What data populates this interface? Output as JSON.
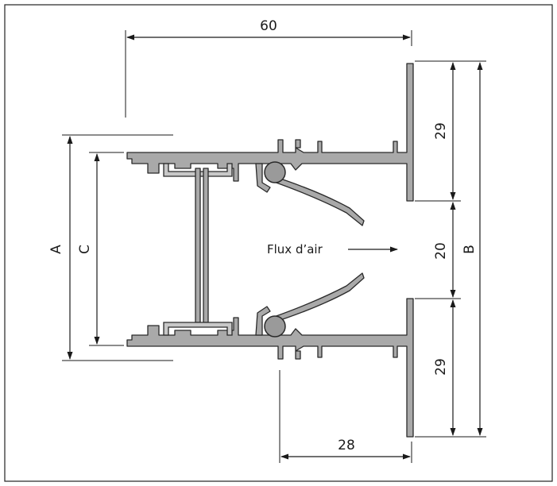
{
  "dimensions": {
    "top_width": "60",
    "bottom_width": "28",
    "upper_flange_height": "29",
    "gap_height": "20",
    "lower_flange_height": "29",
    "label_a": "A",
    "label_b": "B",
    "label_c": "C"
  },
  "airflow": {
    "label": "Flux d’air"
  },
  "colors": {
    "profile_fill": "#a9a9a9",
    "outline": "#2a2a2a",
    "frame": "#222222"
  }
}
